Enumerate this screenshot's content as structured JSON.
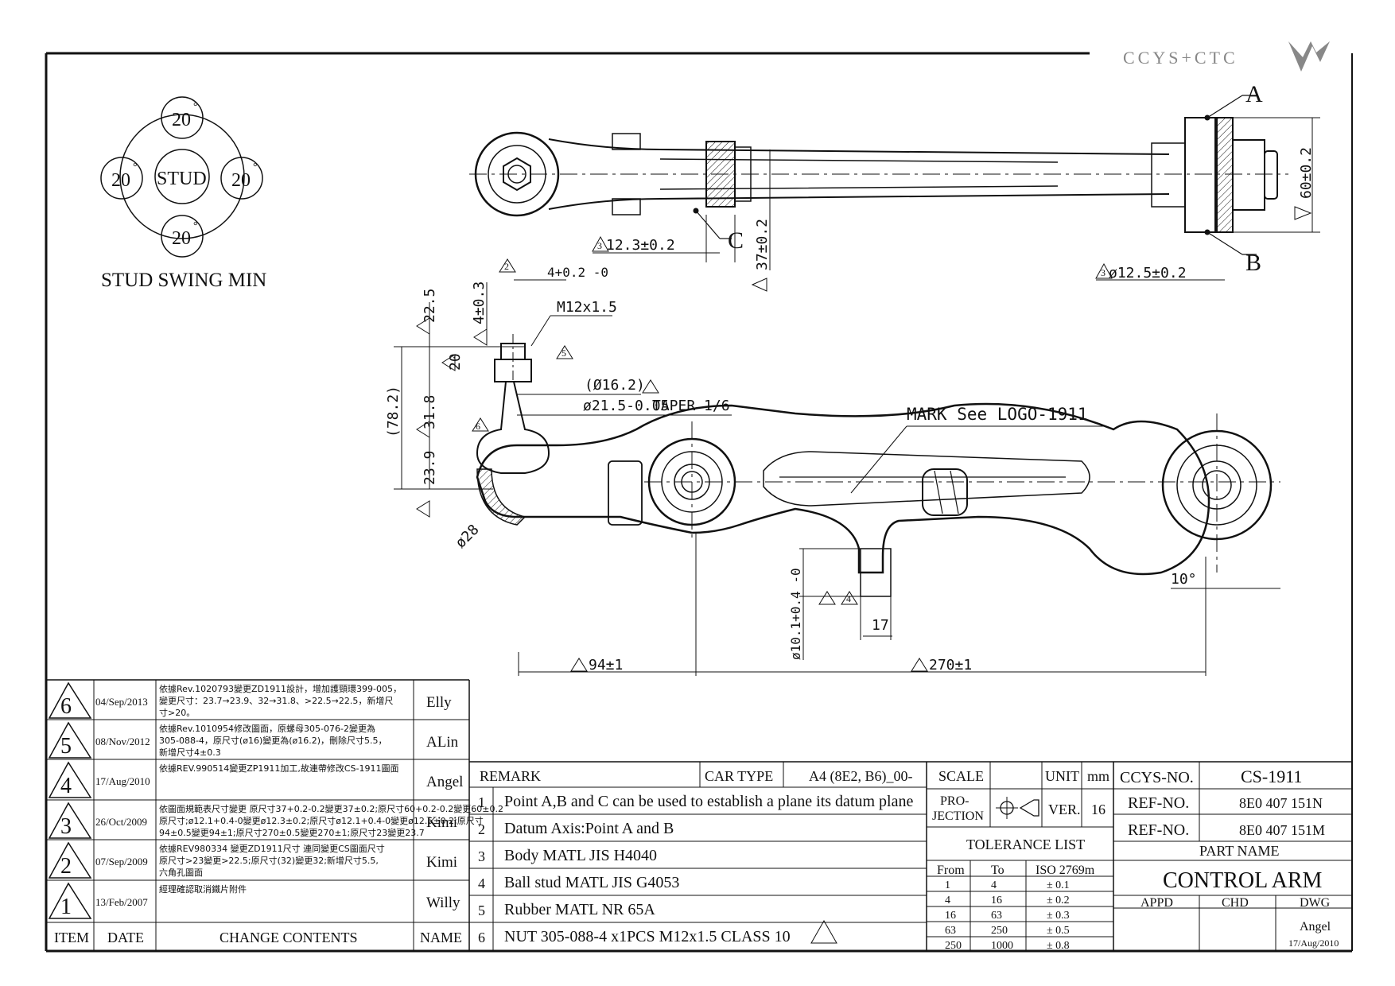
{
  "logo": {
    "text": "CCYS+CTC"
  },
  "stud_swing": {
    "top": "20",
    "left": "20",
    "right": "20",
    "bottom": "20",
    "degree": "°",
    "center": "STUD",
    "caption": "STUD SWING MIN"
  },
  "points": {
    "a": "A",
    "b": "B",
    "c": "C"
  },
  "dims": {
    "d_12_3": "12.3±0.2",
    "d_37": "37±0.2",
    "d_60": "60±0.2",
    "d_phi12_5": "ø12.5±0.2",
    "d_4_tol": "4+0.2 -0",
    "d_m12": "M12x1.5",
    "d_22_5": "22.5",
    "d_4_0_3": "4±0.3",
    "d_20": "20",
    "d_78_2": "(78.2)",
    "d_31_8": "31.8",
    "d_23_9": "23.9",
    "d_16_2": "(Ø16.2)",
    "d_21_5": "ø21.5-0.05",
    "d_taper": "TAPER 1/6",
    "d_28": "ø28",
    "d_mark": "MARK See LOGO-1911",
    "d_10deg": "10°",
    "d_17": "17",
    "d_10_1": "ø10.1+0.4 -0",
    "d_94": "94±1",
    "d_270": "270±1"
  },
  "marker_numbers": {
    "m2": "2",
    "m3": "3",
    "m4": "4",
    "m5": "5",
    "m6": "6"
  },
  "revisions": [
    {
      "no": "6",
      "date": "04/Sep/2013",
      "lines": [
        "依據Rev.1020793變更ZD1911設計，增加護頸環399-005，",
        "變更尺寸：23.7→23.9、32→31.8、>22.5→22.5，新增尺",
        "寸>20。"
      ],
      "name": "Elly"
    },
    {
      "no": "5",
      "date": "08/Nov/2012",
      "lines": [
        "依據Rev.1010954修改圖面，原螺母305-076-2變更為",
        "305-088-4，原尺寸(ø16)變更為(ø16.2)，刪除尺寸5.5，",
        "新增尺寸4±0.3"
      ],
      "name": "ALin"
    },
    {
      "no": "4",
      "date": "17/Aug/2010",
      "lines": [
        "依據REV.990514變更ZP1911加工,故連帶修改CS-1911圖面"
      ],
      "name": "Angel"
    },
    {
      "no": "3",
      "date": "26/Oct/2009",
      "lines": [
        "依圖面規範表尺寸變更 原尺寸37+0.2-0.2變更37±0.2;原尺寸60+0.2-0.2變更60±0.2",
        "原尺寸;ø12.1+0.4-0變更ø12.3±0.2;原尺寸ø12.1+0.4-0變更ø12.5±0.2;原尺寸",
        "94±0.5變更94±1;原尺寸270±0.5變更270±1;原尺寸23變更23.7"
      ],
      "name": "Kimi"
    },
    {
      "no": "2",
      "date": "07/Sep/2009",
      "lines": [
        "依據REV980334 變更ZD1911尺寸 連同變更CS圖面尺寸",
        "原尺寸>23變更>22.5;原尺寸(32)變更32;新增尺寸5.5,",
        "六角孔圖面"
      ],
      "name": "Kimi"
    },
    {
      "no": "1",
      "date": "13/Feb/2007",
      "lines": [
        "經理確認取消鐵片附件"
      ],
      "name": "Willy"
    }
  ],
  "rev_header": {
    "item": "ITEM",
    "date": "DATE",
    "contents": "CHANGE CONTENTS",
    "name": "NAME"
  },
  "remarks": {
    "title": "REMARK",
    "car_type_label": "CAR TYPE",
    "car_type_value": "A4 (8E2, B6)_00-",
    "rows": [
      {
        "no": "1",
        "text": "Point A,B and C can be used to establish a plane its datum plane"
      },
      {
        "no": "2",
        "text": "Datum Axis:Point A and B"
      },
      {
        "no": "3",
        "text": "Body MATL JIS H4040"
      },
      {
        "no": "4",
        "text": "Ball stud MATL JIS G4053"
      },
      {
        "no": "5",
        "text": "Rubber MATL NR 65A"
      },
      {
        "no": "6",
        "text": "NUT 305-088-4 x1PCS M12x1.5 CLASS 10"
      }
    ]
  },
  "info": {
    "scale_label": "SCALE",
    "unit_label": "UNIT",
    "unit_value": "mm",
    "projection_label_1": "PRO-",
    "projection_label_2": "JECTION",
    "ver_label": "VER.",
    "ver_value": "16",
    "tolerance_title": "TOLERANCE LIST",
    "tol_from": "From",
    "tol_to": "To",
    "tol_iso": "ISO 2769m",
    "tolerances": [
      {
        "from": "1",
        "to": "4",
        "tol": "± 0.1"
      },
      {
        "from": "4",
        "to": "16",
        "tol": "± 0.2"
      },
      {
        "from": "16",
        "to": "63",
        "tol": "± 0.3"
      },
      {
        "from": "63",
        "to": "250",
        "tol": "± 0.5"
      },
      {
        "from": "250",
        "to": "1000",
        "tol": "± 0.8"
      }
    ]
  },
  "title_block": {
    "ccys_label": "CCYS-NO.",
    "ccys_value": "CS-1911",
    "ref1_label": "REF-NO.",
    "ref1_value": "8E0 407 151N",
    "ref2_label": "REF-NO.",
    "ref2_value": "8E0 407 151M",
    "part_name_label": "PART NAME",
    "part_name_value": "CONTROL ARM",
    "appd": "APPD",
    "chd": "CHD",
    "dwg": "DWG",
    "dwg_name": "Angel",
    "dwg_date": "17/Aug/2010"
  }
}
